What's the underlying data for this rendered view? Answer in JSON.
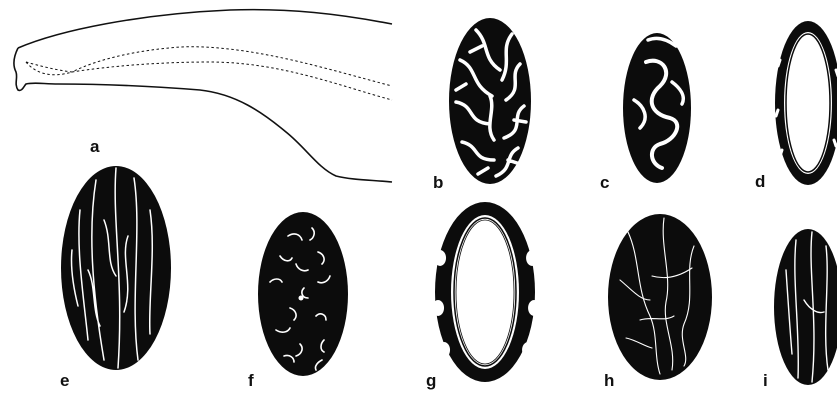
{
  "figure": {
    "panel_labels": {
      "a": "a",
      "b": "b",
      "c": "c",
      "d": "d",
      "e": "e",
      "f": "f",
      "g": "g",
      "h": "h",
      "i": "i"
    },
    "colors": {
      "ink": "#0c0c0c",
      "paper": "#ffffff"
    }
  }
}
